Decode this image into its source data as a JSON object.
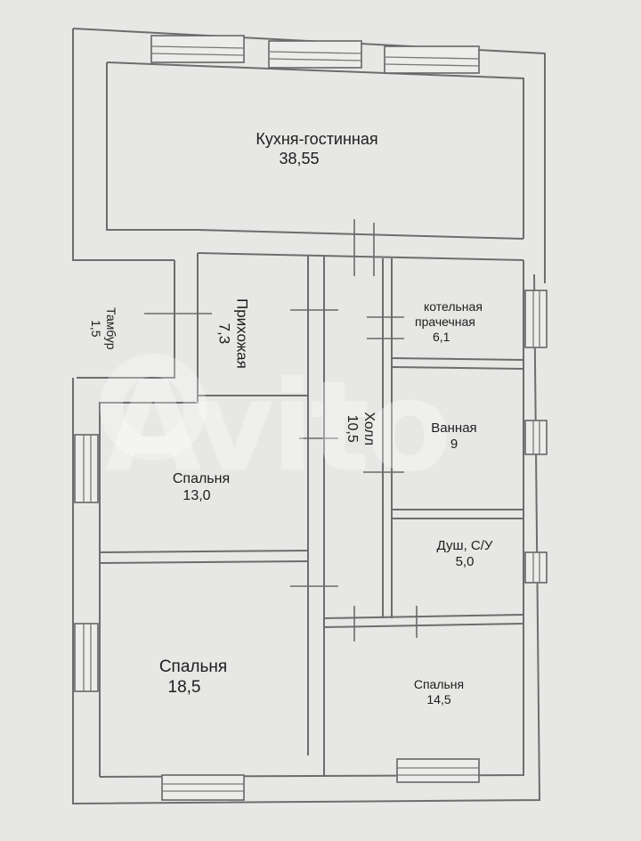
{
  "rooms": [
    {
      "id": "kitchen",
      "name": "Кухня-гостинная",
      "area": "38,55"
    },
    {
      "id": "vestibule",
      "name": "Тамбур",
      "area": "1,5"
    },
    {
      "id": "hallway",
      "name": "Прихожая",
      "area": "7,3"
    },
    {
      "id": "hall",
      "name": "Холл",
      "area": "10,5"
    },
    {
      "id": "boiler",
      "name": "котельная",
      "name2": "прачечная",
      "area": "6,1"
    },
    {
      "id": "bathroom",
      "name": "Ванная",
      "area": "9"
    },
    {
      "id": "bedroom1",
      "name": "Спальня",
      "area": "13,0"
    },
    {
      "id": "shower",
      "name": "Душ, С/У",
      "area": "5,0"
    },
    {
      "id": "bedroom2",
      "name": "Спальня",
      "area": "18,5"
    },
    {
      "id": "bedroom3",
      "name": "Спальня",
      "area": "14,5"
    }
  ],
  "watermark": "Avito",
  "colors": {
    "paper": "#e7e7e5",
    "line": "#6d6d6d",
    "text": "#1d1d1d"
  }
}
